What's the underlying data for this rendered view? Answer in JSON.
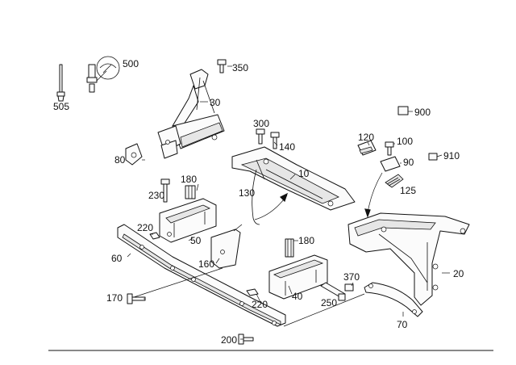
{
  "labels": {
    "l505": "505",
    "l500": "500",
    "l350": "350",
    "l30": "30",
    "l300": "300",
    "l140": "140",
    "l120": "120",
    "l100": "100",
    "l900": "900",
    "l90": "90",
    "l910": "910",
    "l125": "125",
    "l80": "80",
    "l10": "10",
    "l180a": "180",
    "l230": "230",
    "l130": "130",
    "l220a": "220",
    "l50": "50",
    "l60": "60",
    "l160": "160",
    "l180b": "180",
    "l20": "20",
    "l370": "370",
    "l170": "170",
    "l220b": "220",
    "l40": "40",
    "l250": "250",
    "l70": "70",
    "l200": "200"
  }
}
